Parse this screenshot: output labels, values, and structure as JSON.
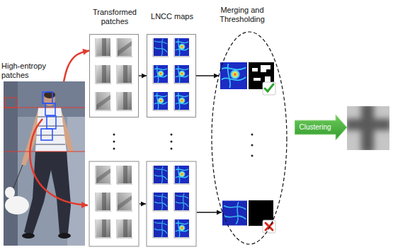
{
  "diagram": {
    "nodes": [
      {
        "text": [
          "High-entropy patches"
        ]
      },
      {
        "text": [
          "Transformed patches"
        ]
      },
      {
        "text": [
          "LNCC maps"
        ]
      },
      {
        "text": [
          "Merging and Thresholding"
        ]
      },
      {
        "text": [
          "Clustering"
        ]
      }
    ],
    "edges": [
      {
        "from": 0,
        "to": 1,
        "arrow": "to"
      },
      {
        "from": 1,
        "to": 2,
        "arrow": "to"
      },
      {
        "from": 2,
        "to": 3,
        "arrow": "to"
      }
    ]
  }
}
